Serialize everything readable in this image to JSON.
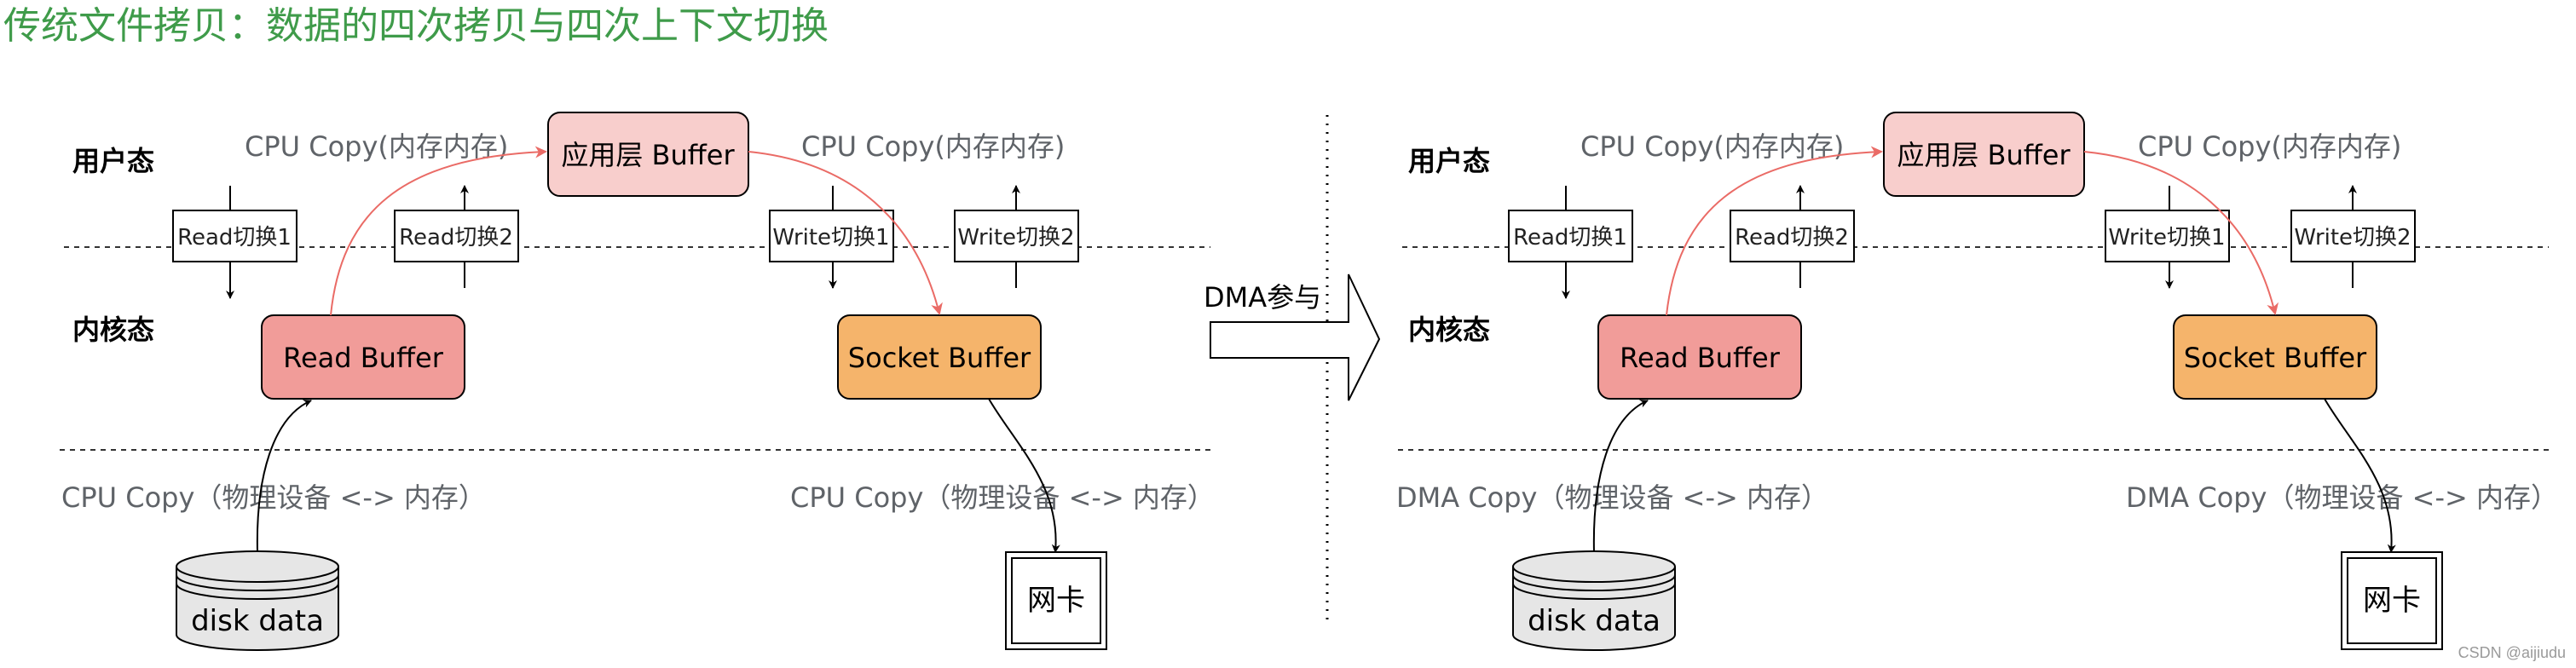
{
  "title": "传统文件拷贝：数据的四次拷贝与四次上下文切换",
  "colors": {
    "title": "#3f9b4a",
    "gray_text": "#5f6368",
    "app_buffer_fill": "#f8cecc",
    "read_buffer_fill": "#f19c99",
    "socket_buffer_fill": "#f5b46b",
    "red_arrow": "#ea6b66",
    "disk_fill": "#e6e6e6"
  },
  "left": {
    "user_mode": "用户态",
    "kernel_mode": "内核态",
    "cpu_copy_left": "CPU Copy(内存内存)",
    "cpu_copy_right": "CPU Copy(内存内存)",
    "app_buffer": "应用层 Buffer",
    "read_switch1": "Read切换1",
    "read_switch2": "Read切换2",
    "write_switch1": "Write切换1",
    "write_switch2": "Write切换2",
    "read_buffer": "Read Buffer",
    "socket_buffer": "Socket Buffer",
    "copy_device_left": "CPU Copy（物理设备 <-> 内存）",
    "copy_device_right": "CPU Copy（物理设备 <-> 内存）",
    "disk": "disk data",
    "nic": "网卡"
  },
  "middle": {
    "dma_label": "DMA参与"
  },
  "right": {
    "user_mode": "用户态",
    "kernel_mode": "内核态",
    "cpu_copy_left": "CPU Copy(内存内存)",
    "cpu_copy_right": "CPU Copy(内存内存)",
    "app_buffer": "应用层 Buffer",
    "read_switch1": "Read切换1",
    "read_switch2": "Read切换2",
    "write_switch1": "Write切换1",
    "write_switch2": "Write切换2",
    "read_buffer": "Read Buffer",
    "socket_buffer": "Socket Buffer",
    "copy_device_left": "DMA Copy（物理设备 <-> 内存）",
    "copy_device_right": "DMA Copy（物理设备 <-> 内存）",
    "disk": "disk data",
    "nic": "网卡"
  },
  "watermark": "CSDN @aijiudu"
}
